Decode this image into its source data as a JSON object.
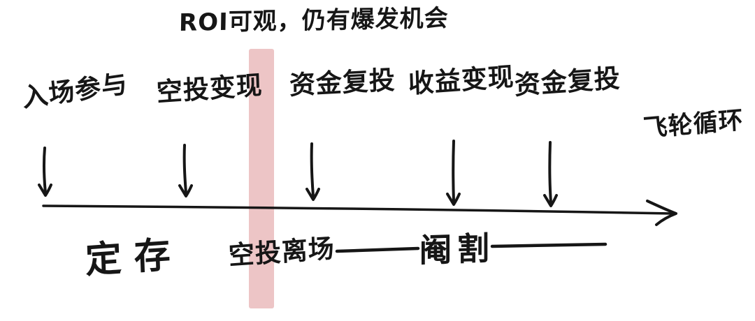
{
  "diagram": {
    "annotation": "ROI可观，仍有爆发机会",
    "actions": [
      {
        "label": "入场参与"
      },
      {
        "label": "空投变现"
      },
      {
        "label": "资金复投"
      },
      {
        "label": "收益变现"
      },
      {
        "label": "资金复投"
      }
    ],
    "outcome": "飞轮循环",
    "phases": [
      {
        "label": "定存"
      },
      {
        "label": "空投离场"
      },
      {
        "label": "阉割"
      }
    ],
    "colors": {
      "ink": "#161616",
      "highlight": "#edc5c6"
    }
  }
}
